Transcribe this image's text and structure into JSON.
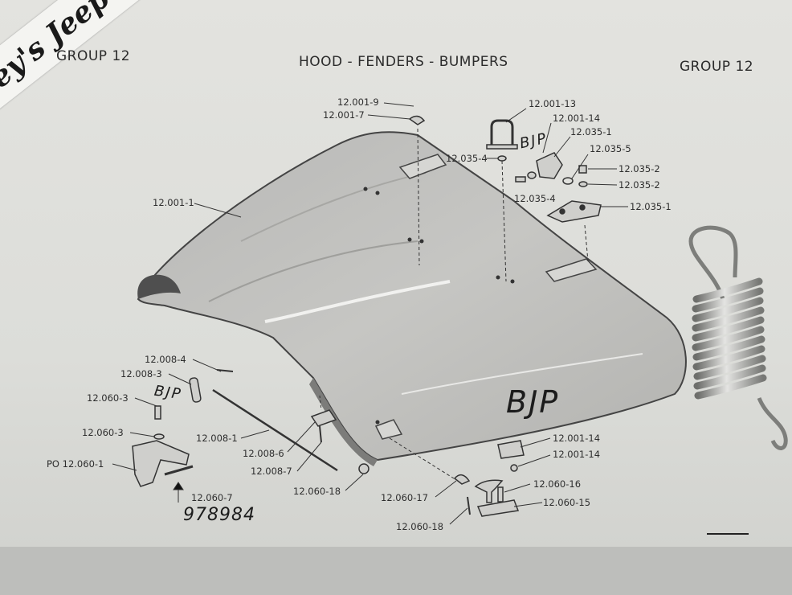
{
  "header": {
    "group_left": "GROUP 12",
    "title": "HOOD - FENDERS - BUMPERS",
    "group_right": "GROUP 12"
  },
  "watermark": {
    "text": "Barney's Jeep® Parts LLC"
  },
  "handwritten": {
    "bjp_large": "BJP",
    "bjp_top": "BJP",
    "bjp_left": "BJP",
    "part_number": "978984"
  },
  "labels": [
    {
      "id": "l1",
      "text": "12.001-9"
    },
    {
      "id": "l2",
      "text": "12.001-7"
    },
    {
      "id": "l3",
      "text": "12.001-13"
    },
    {
      "id": "l4",
      "text": "12.001-14"
    },
    {
      "id": "l5",
      "text": "12.035-1"
    },
    {
      "id": "l6",
      "text": "12.035-5"
    },
    {
      "id": "l7",
      "text": "12.035-4"
    },
    {
      "id": "l8",
      "text": "12.035-2"
    },
    {
      "id": "l9",
      "text": "12.035-2"
    },
    {
      "id": "l10",
      "text": "12.035-4"
    },
    {
      "id": "l11",
      "text": "12.035-1"
    },
    {
      "id": "l12",
      "text": "12.001-1"
    },
    {
      "id": "l13",
      "text": "12.008-4"
    },
    {
      "id": "l14",
      "text": "12.008-3"
    },
    {
      "id": "l15",
      "text": "12.060-3"
    },
    {
      "id": "l16",
      "text": "12.008-1"
    },
    {
      "id": "l17",
      "text": "12.060-3"
    },
    {
      "id": "l18",
      "text": "12.008-6"
    },
    {
      "id": "l19",
      "text": "PO 12.060-1"
    },
    {
      "id": "l20",
      "text": "12.008-7"
    },
    {
      "id": "l21",
      "text": "12.060-7"
    },
    {
      "id": "l22",
      "text": "12.060-18"
    },
    {
      "id": "l23",
      "text": "12.001-14"
    },
    {
      "id": "l24",
      "text": "12.001-14"
    },
    {
      "id": "l25",
      "text": "12.060-16"
    },
    {
      "id": "l26",
      "text": "12.060-17"
    },
    {
      "id": "l27",
      "text": "12.060-15"
    },
    {
      "id": "l28",
      "text": "12.060-18"
    }
  ]
}
